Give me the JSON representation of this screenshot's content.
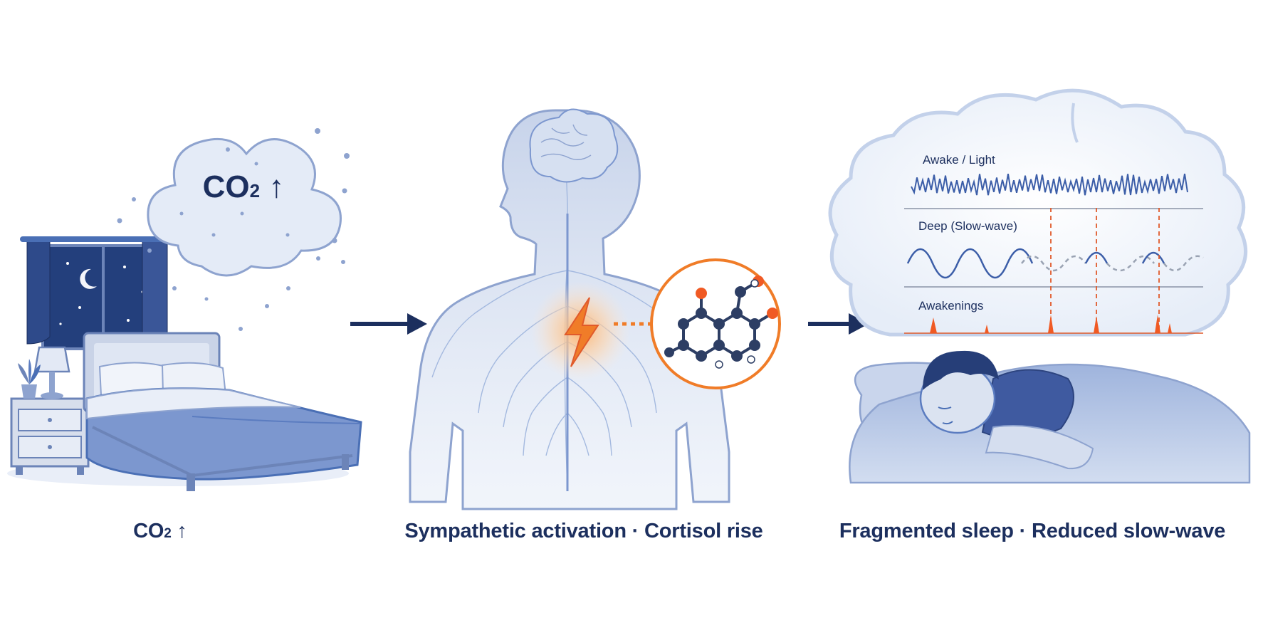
{
  "cloud_label": {
    "main": "CO",
    "sub": "2",
    "arrow": " ↑"
  },
  "captions": {
    "step1": {
      "main": "CO",
      "sub": "2",
      "arrow": " ↑"
    },
    "step2": "Sympathetic activation · Cortisol rise",
    "step3": "Fragmented sleep · Reduced slow-wave"
  },
  "eeg_labels": {
    "awake": "Awake / Light",
    "deep": "Deep (Slow-wave)",
    "awakenings": "Awakenings"
  },
  "colors": {
    "navy": "#1c2f5e",
    "blue": "#4a6fb5",
    "light_blue": "#dce6f5",
    "orange": "#f07c28",
    "red_dashed": "#e05a2b"
  },
  "icons": [
    "cloud-icon",
    "bedroom-window-icon",
    "bed-icon",
    "lamp-icon",
    "plant-icon",
    "nightstand-icon",
    "human-silhouette-icon",
    "brain-icon",
    "lightning-icon",
    "cortisol-molecule-icon",
    "brain-outline-icon",
    "sleeping-person-icon",
    "arrow-right-icon"
  ]
}
